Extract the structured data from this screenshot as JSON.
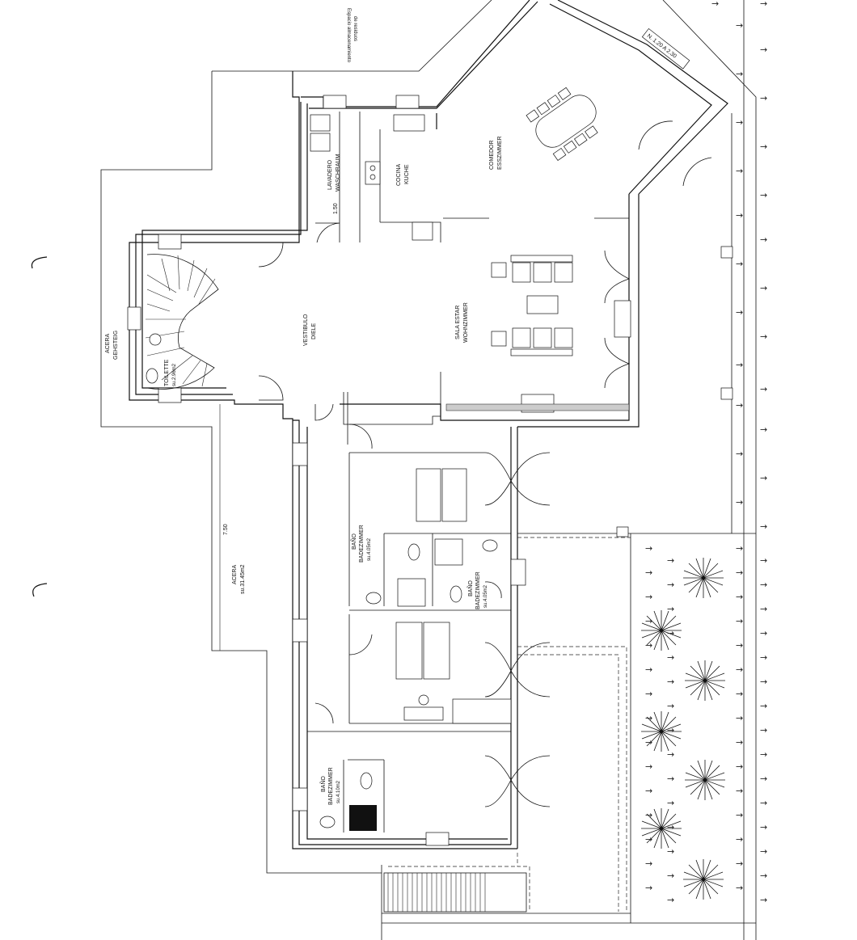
{
  "rooms": {
    "storage": [
      "Espacio almacenamiento",
      "de residuos"
    ],
    "laundry": [
      "LAVADERO",
      "WASCHRAUM"
    ],
    "laundry_dim": "1.50",
    "kitchen": [
      "COCINA",
      "KUCHE"
    ],
    "dining": [
      "COMEDOR",
      "ESSZIMMER"
    ],
    "hall": [
      "VESTIBULO",
      "DIELE"
    ],
    "living": [
      "SALA ESTAR",
      "WOHNZIMMER"
    ],
    "sidewalk_top": [
      "ACERA",
      "GEHSTEIG"
    ],
    "toilet": [
      "TOILETTE",
      "su.2.96m2"
    ],
    "sidewalk_main": [
      "ACERA",
      "su.31.45m2"
    ],
    "sidewalk_dim": "7.50",
    "bath1": [
      "BAÑO",
      "BADEZIMMER",
      "su.4.05m2"
    ],
    "bath2": [
      "BAÑO",
      "BADEZIMMER",
      "su.4.05m2"
    ],
    "bath3": [
      "BAÑO",
      "BADEZIMMER",
      "su.4.10m2"
    ],
    "level": "N. 1.20 A 2.30"
  }
}
